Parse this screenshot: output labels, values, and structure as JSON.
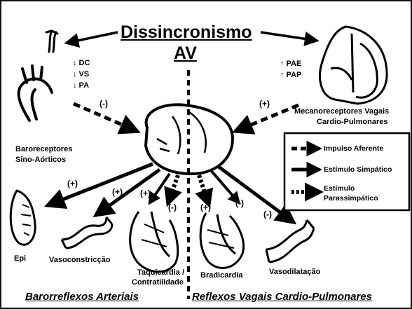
{
  "title": {
    "line1": "Dissincronismo",
    "line2": "AV"
  },
  "effects_left": {
    "dc": "↓ DC",
    "vs": "↓ VS",
    "pa": "↓ PA"
  },
  "effects_right": {
    "pae": "↑ PAE",
    "pap": "↑ PAP"
  },
  "labels": {
    "baroreceptores_1": "Baroreceptores",
    "baroreceptores_2": "Sino-Aórticos",
    "mecano_1": "Mecanoreceptores Vagais",
    "mecano_2": "Cardio-Pulmonares",
    "epi": "Epi",
    "vasoconstricao": "Vasoconstricção",
    "taquicardia_1": "Taquicardia /",
    "taquicardia_2": "Contratilidade",
    "bradicardia": "Bradicardia",
    "vasodilatacao": "Vasodilatação"
  },
  "signs": {
    "baro_to_heart": "(-)",
    "mecano_to_heart": "(+)",
    "to_epi": "(+)",
    "to_vaso": "(+)",
    "to_taqui_left": "(+)",
    "to_taqui_right": "(-)",
    "to_bradi_left": "(+)",
    "to_bradi_right": "(-)",
    "to_vasodil": "(-)"
  },
  "legend": {
    "afferent": "Impulso Aferente",
    "sympathetic": "Estímulo Simpático",
    "para_1": "Estímulo",
    "para_2": "Parassimpático"
  },
  "footer": {
    "left": "Barorreflexos Arteriais",
    "right": "Reflexos Vagais Cardio-Pulmonares"
  }
}
